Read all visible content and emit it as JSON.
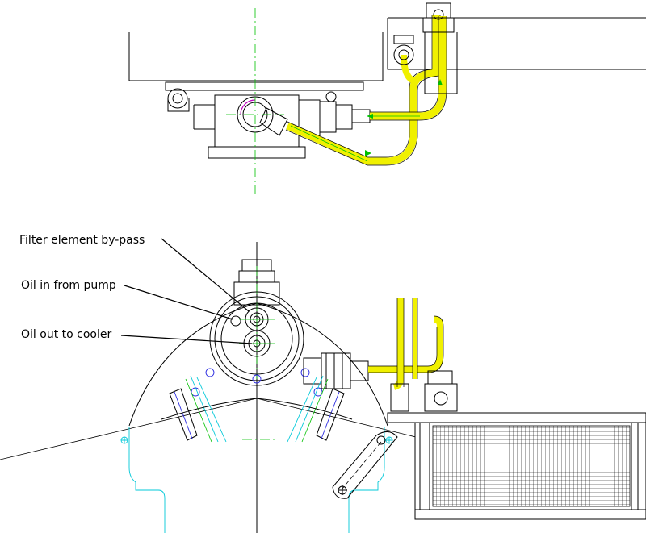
{
  "callouts": {
    "bypass": "Filter element by-pass",
    "oil_in": "Oil in from pump",
    "oil_out": "Oil out to cooler"
  },
  "colors": {
    "outline": "#000000",
    "centerline": "#00c000",
    "oil_line": "#f0f000",
    "engine_outline": "#00c8d8",
    "fasteners": "#2a2ae0",
    "background": "#ffffff"
  }
}
